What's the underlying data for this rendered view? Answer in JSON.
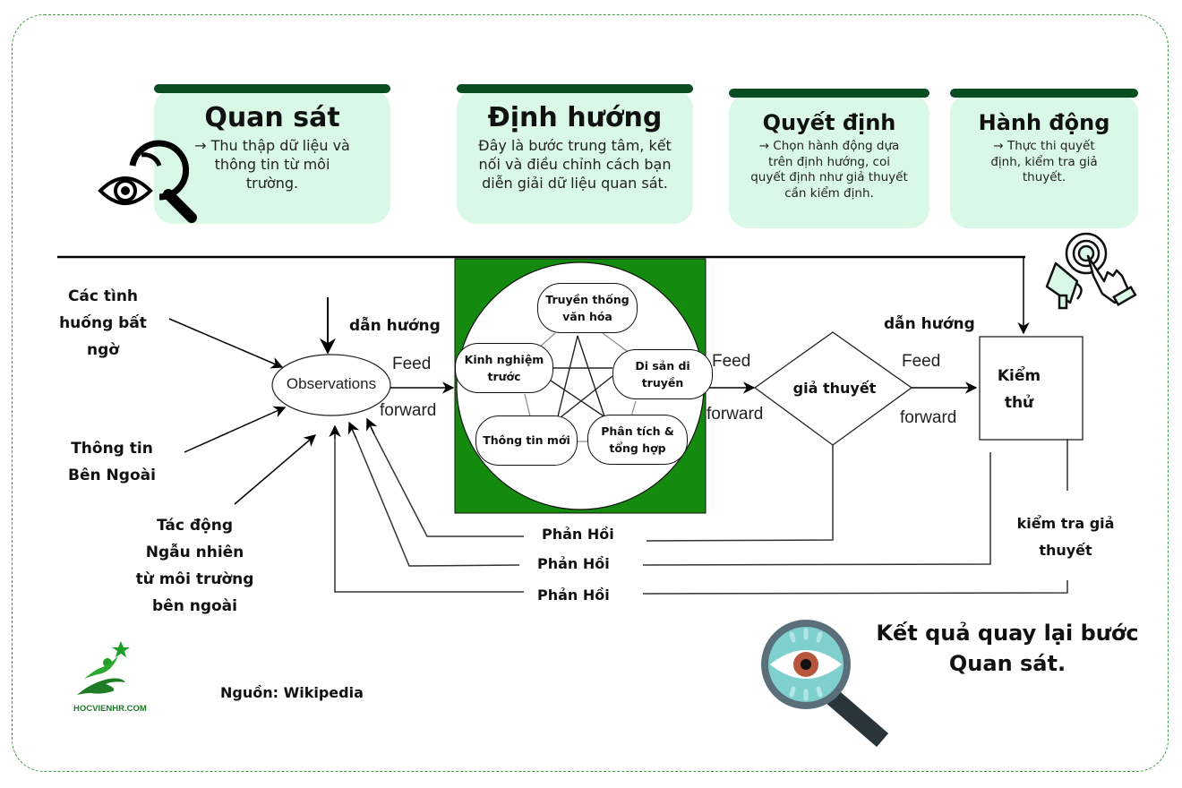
{
  "steps": [
    {
      "title": "Quan sát",
      "desc": "→ Thu thập dữ liệu và thông tin từ môi trường."
    },
    {
      "title": "Định hướng",
      "desc": "Đây là bước trung tâm, kết nối và điều chỉnh cách bạn diễn giải dữ liệu quan sát."
    },
    {
      "title": "Quyết định",
      "desc": "→ Chọn hành động dựa trên định hướng, coi quyết định như giả thuyết cần kiểm định."
    },
    {
      "title": "Hành động",
      "desc": "→ Thực thi quyết định, kiểm tra giả thuyết."
    }
  ],
  "inputs": {
    "unexpected": "Các tình huống bất ngờ",
    "external_info": "Thông tin Bên Ngoài",
    "random_impact": "Tác động Ngẫu nhiên từ môi trường bên ngoài"
  },
  "flow": {
    "guidance": "dẫn hướng",
    "observations": "Observations",
    "feed": "Feed",
    "forward": "forward",
    "hypothesis": "giả thuyết",
    "test": "Kiểm thử",
    "test_hypothesis": "kiểm tra giả thuyết",
    "feedback": "Phản Hồi"
  },
  "orientation_nodes": [
    "Truyền thống văn hóa",
    "Di sản di truyền",
    "Phân tích & tổng hợp",
    "Thông tin mới",
    "Kinh nghiệm trước"
  ],
  "footer": {
    "logo_text": "HOCVIENHR.COM",
    "source": "Nguồn: Wikipedia",
    "result": "Kết quả quay lại bước Quan sát."
  },
  "colors": {
    "card_bg": "#d9f8e6",
    "card_bar": "#0b4d23",
    "orient_bg": "#148a0e",
    "frame": "#3f9a45"
  }
}
